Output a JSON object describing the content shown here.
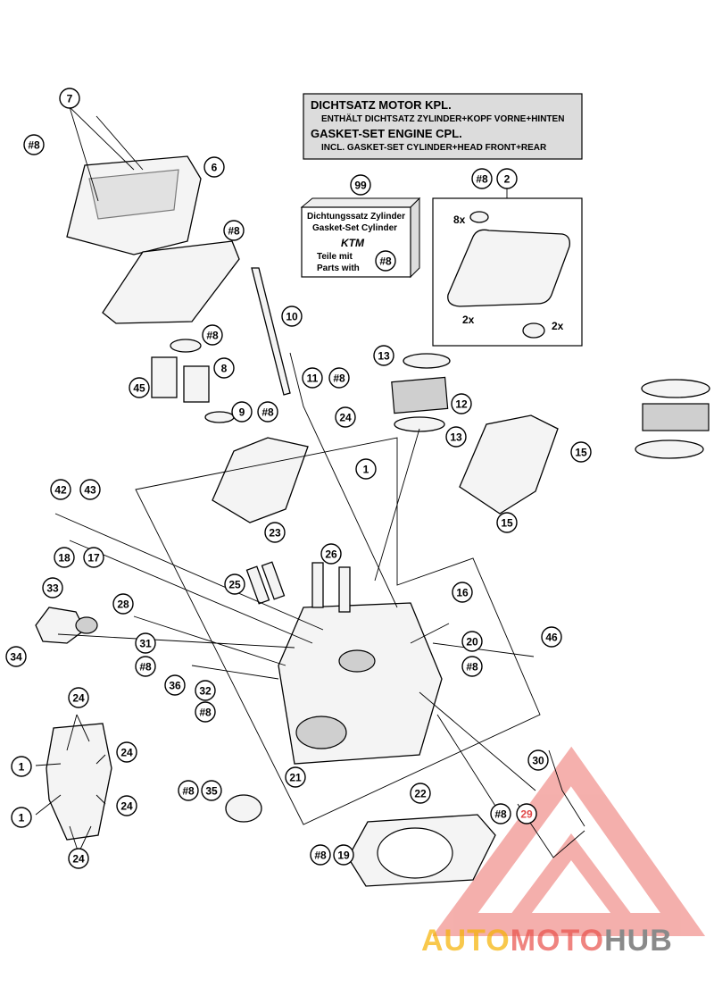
{
  "note": {
    "line1": "DICHTSATZ MOTOR KPL.",
    "line2": "ENTHÄLT DICHTSATZ ZYLINDER+KOPF VORNE+HINTEN",
    "line3": "GASKET-SET ENGINE CPL.",
    "line4": "INCL. GASKET-SET CYLINDER+HEAD FRONT+REAR"
  },
  "kit99": {
    "number": "99",
    "line1": "Dichtungssatz Zylinder",
    "line2": "Gasket-Set Cylinder",
    "logo": "KTM",
    "line3": "Teile mit",
    "line4": "Parts with",
    "ref": "#8"
  },
  "kit2": {
    "number": "2",
    "ref": "#8",
    "qty1": "8x",
    "qty2": "2x",
    "qty3": "2x"
  },
  "callouts": [
    {
      "t": "7"
    },
    {
      "t": "#8"
    },
    {
      "t": "6"
    },
    {
      "t": "#8"
    },
    {
      "t": "10"
    },
    {
      "t": "#8"
    },
    {
      "t": "45"
    },
    {
      "t": "8"
    },
    {
      "t": "9"
    },
    {
      "t": "#8"
    },
    {
      "t": "11"
    },
    {
      "t": "#8"
    },
    {
      "t": "13"
    },
    {
      "t": "12"
    },
    {
      "t": "13"
    },
    {
      "t": "24"
    },
    {
      "t": "1"
    },
    {
      "t": "15"
    },
    {
      "t": "15"
    },
    {
      "t": "42"
    },
    {
      "t": "43"
    },
    {
      "t": "23"
    },
    {
      "t": "18"
    },
    {
      "t": "17"
    },
    {
      "t": "26"
    },
    {
      "t": "25"
    },
    {
      "t": "33"
    },
    {
      "t": "28"
    },
    {
      "t": "16"
    },
    {
      "t": "46"
    },
    {
      "t": "34"
    },
    {
      "t": "31"
    },
    {
      "t": "20"
    },
    {
      "t": "#8"
    },
    {
      "t": "#8"
    },
    {
      "t": "36"
    },
    {
      "t": "32"
    },
    {
      "t": "#8"
    },
    {
      "t": "24"
    },
    {
      "t": "24"
    },
    {
      "t": "1"
    },
    {
      "t": "1"
    },
    {
      "t": "24"
    },
    {
      "t": "24"
    },
    {
      "t": "30"
    },
    {
      "t": "21"
    },
    {
      "t": "22"
    },
    {
      "t": "#8"
    },
    {
      "t": "35"
    },
    {
      "t": "#8"
    },
    {
      "t": "29"
    },
    {
      "t": "#8"
    },
    {
      "t": "19"
    }
  ],
  "watermark": {
    "part1": "AUTO",
    "part2": "MOTO",
    "part3": "HUB",
    "color1": "#f5b000",
    "color2": "#e8504a",
    "color3": "#8a8a8a"
  }
}
